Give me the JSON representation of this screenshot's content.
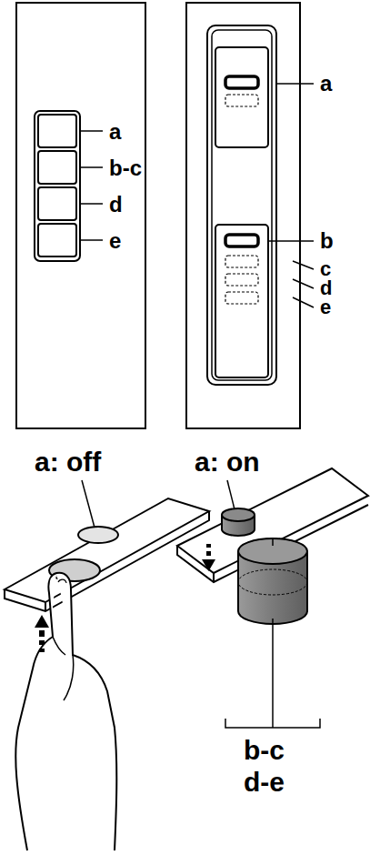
{
  "diagram": {
    "labels": [
      "a",
      "b-c",
      "d",
      "e",
      "a",
      "b",
      "c",
      "d",
      "e",
      "a: off",
      "a: on",
      "b-c",
      "d-e"
    ]
  }
}
